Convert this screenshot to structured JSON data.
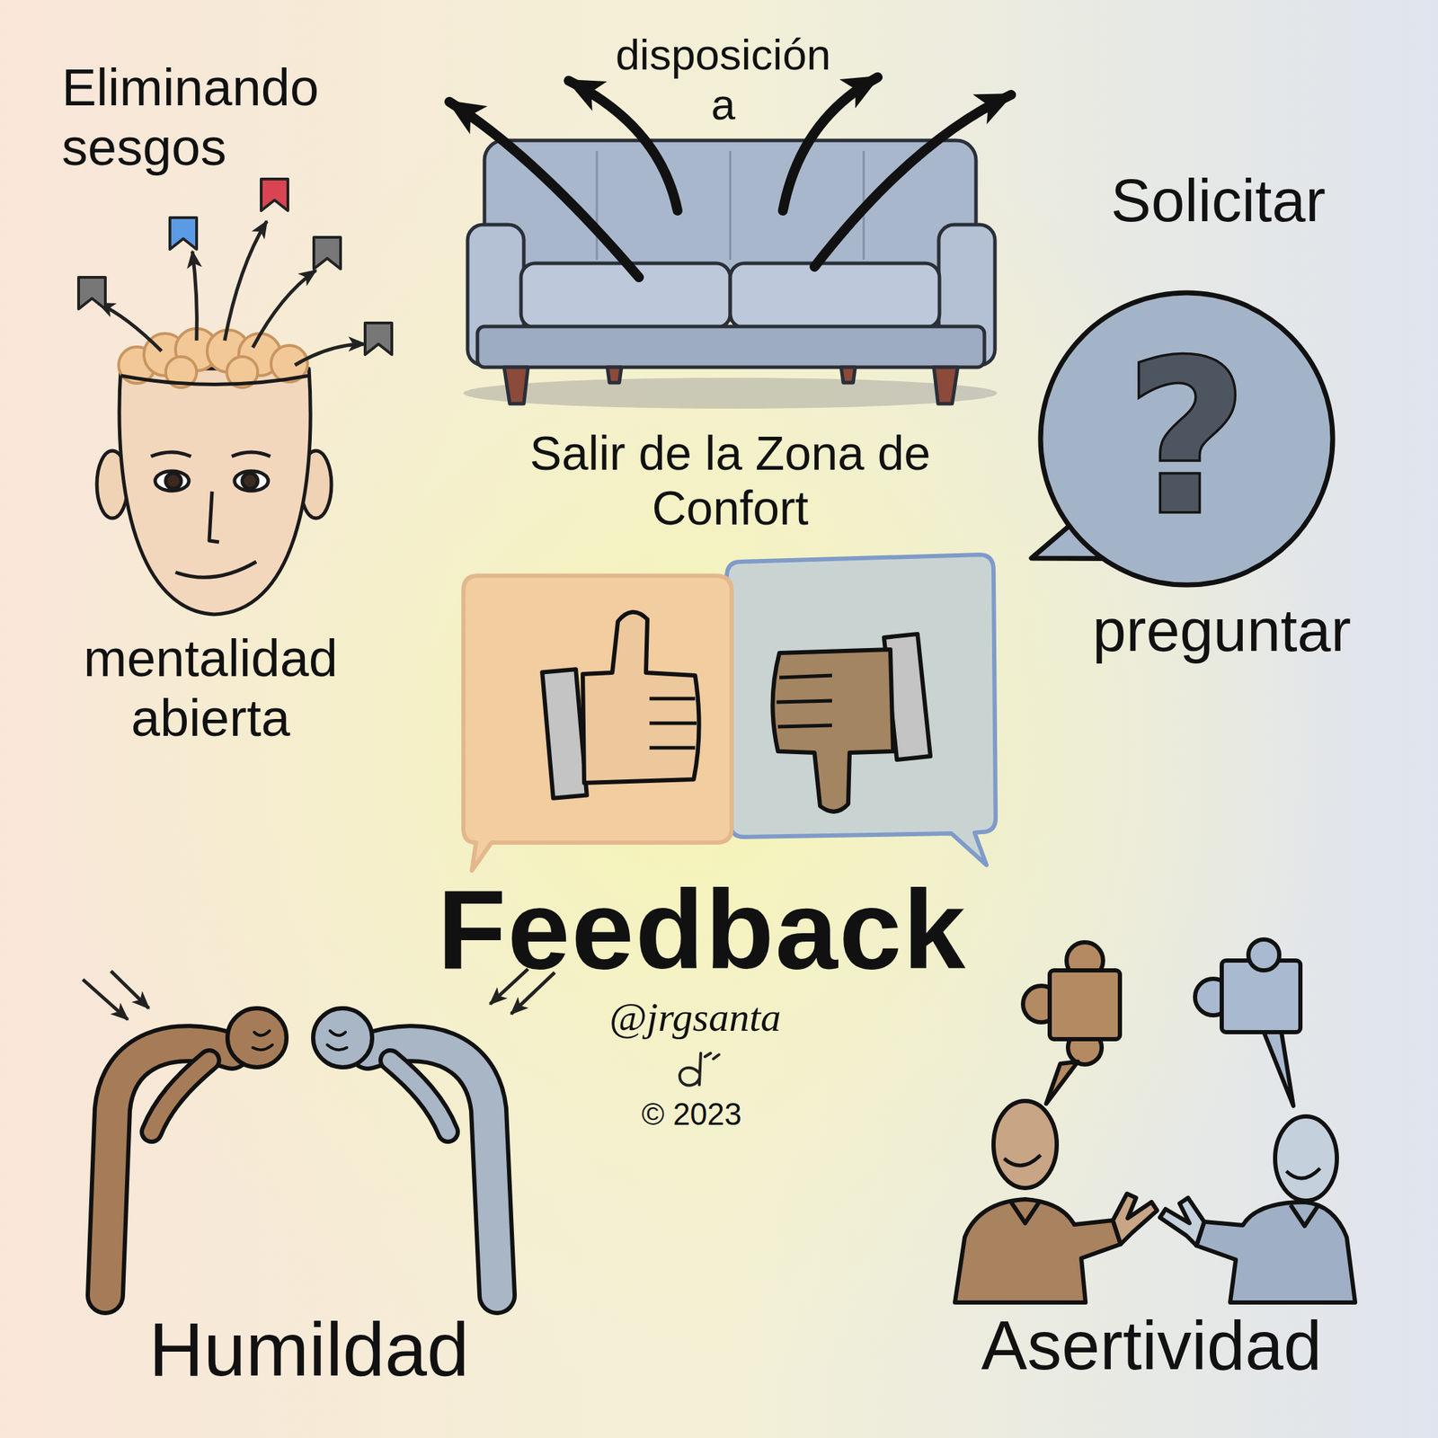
{
  "diagram": {
    "title": "Feedback",
    "nodes": [
      {
        "text": [
          "?"
        ]
      }
    ],
    "labels": [
      "Eliminando sesgos",
      "disposición a",
      "Solicitar",
      "Salir de la Zona de Confort",
      "mentalidad abierta",
      "preguntar",
      "@jrgsanta",
      "© 2023",
      "Humildad",
      "Asertividad"
    ]
  }
}
